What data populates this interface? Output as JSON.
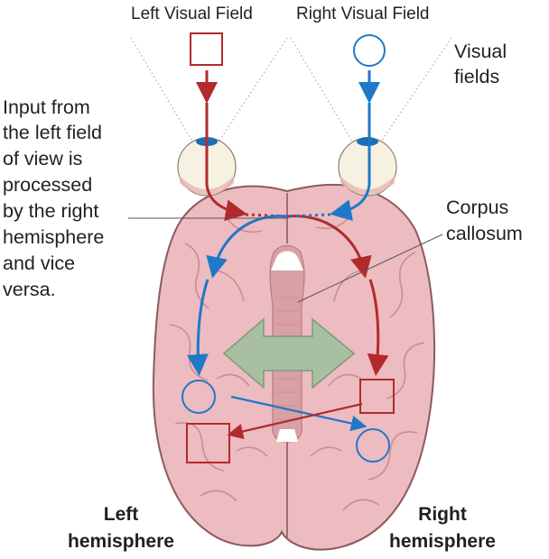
{
  "fields": {
    "left": "Left Visual Field",
    "right": "Right Visual Field"
  },
  "visual_fields_label": [
    "Visual",
    "fields"
  ],
  "input_note": [
    "Input from",
    "the left field",
    "of view is",
    "processed",
    "by the right",
    "hemisphere",
    "and vice",
    "versa."
  ],
  "corpus_callosum": [
    "Corpus",
    "callosum"
  ],
  "left_hemisphere": [
    "Left",
    "hemisphere"
  ],
  "right_hemisphere": [
    "Right",
    "hemisphere"
  ],
  "colors": {
    "left_field_red": "#b32a2c",
    "right_field_blue": "#1f78c8",
    "brain_fill": "#ecbcc0",
    "brain_outline": "#8c5a5e",
    "arrow_green": "#a9bfa2"
  }
}
